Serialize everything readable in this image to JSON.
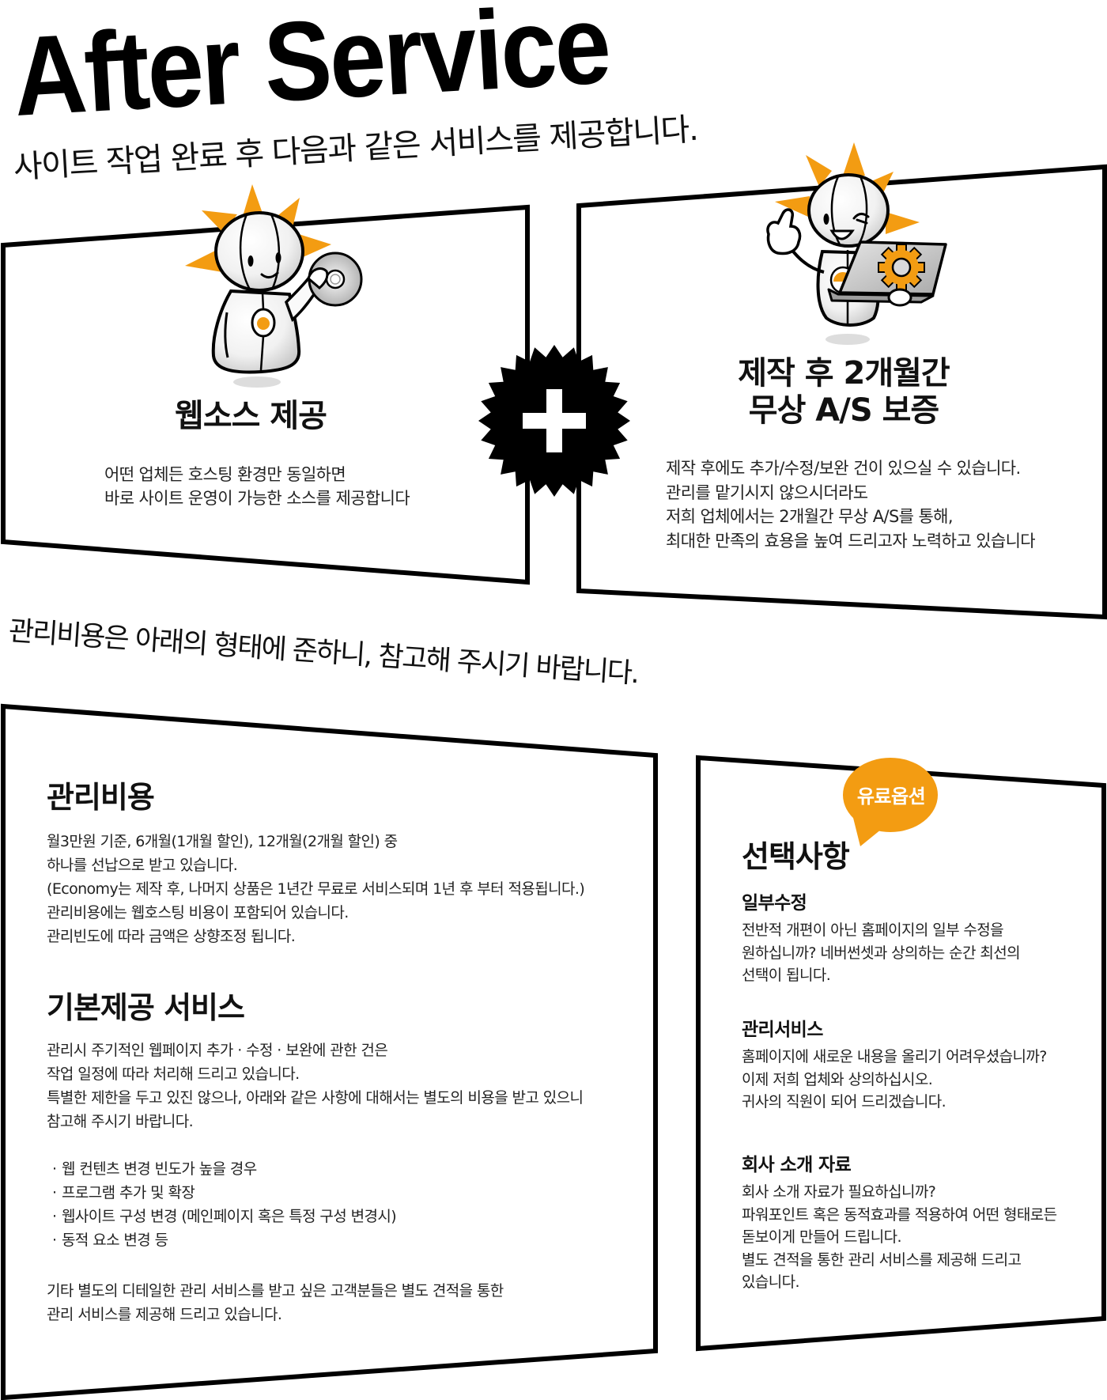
{
  "header": {
    "title": "After Service",
    "subtitle": "사이트 작업 완료 후 다음과 같은 서비스를 제공합니다."
  },
  "features": [
    {
      "title": "웹소스 제공",
      "illustration": "mascot-holding-cd",
      "lines": [
        "어떤 업체든 호스팅 환경만 동일하면",
        "바로 사이트 운영이 가능한 소스를 제공합니다"
      ]
    },
    {
      "title_lines": [
        "제작 후 2개월간",
        "무상 A/S 보증"
      ],
      "illustration": "mascot-laptop-gear",
      "lines": [
        "제작 후에도 추가/수정/보완 건이 있으실 수 있습니다.",
        "관리를 맡기시지 않으시더라도",
        "저희 업체에서는 2개월간 무상 A/S를 통해,",
        "최대한 만족의 효용을 높여 드리고자 노력하고 있습니다"
      ]
    }
  ],
  "combine_icon": "plus-starburst",
  "notice": "관리비용은 아래의 형태에 준하니, 참고해 주시기 바랍니다.",
  "pricing": {
    "fee": {
      "title": "관리비용",
      "lines": [
        "월3만원 기준, 6개월(1개월 할인), 12개월(2개월 할인) 중",
        "하나를 선납으로 받고 있습니다.",
        "(Economy는 제작 후, 나머지 상품은 1년간 무료로 서비스되며 1년 후 부터 적용됩니다.)",
        "관리비용에는 웹호스팅 비용이 포함되어 있습니다.",
        "관리빈도에 따라 금액은 상향조정 됩니다."
      ]
    },
    "basic": {
      "title": "기본제공 서비스",
      "intro_lines": [
        "관리시 주기적인 웹페이지 추가 · 수정 · 보완에 관한 건은",
        "작업 일정에 따라 처리해 드리고 있습니다.",
        "특별한 제한을 두고 있진 않으나, 아래와 같은 사항에 대해서는 별도의 비용을 받고 있으니",
        "참고해 주시기 바랍니다."
      ],
      "bullet_symbol": "·",
      "bullets": [
        "웹 컨텐츠 변경 빈도가 높을 경우",
        "프로그램 추가 및 확장",
        "웹사이트 구성 변경 (메인페이지 혹은 특정 구성 변경시)",
        "동적 요소 변경 등"
      ],
      "outro_lines": [
        "기타 별도의 디테일한 관리 서비스를 받고 싶은 고객분들은 별도 견적을 통한",
        "관리 서비스를 제공해 드리고 있습니다."
      ]
    }
  },
  "options": {
    "badge": "유료옵션",
    "title": "선택사항",
    "items": [
      {
        "title": "일부수정",
        "lines": [
          "전반적 개편이 아닌 홈페이지의 일부 수정을",
          "원하십니까? 네버썬셋과 상의하는 순간 최선의",
          "선택이 됩니다."
        ]
      },
      {
        "title": "관리서비스",
        "lines": [
          "홈페이지에 새로운 내용을 올리기 어려우셨습니까?",
          "이제 저희 업체와 상의하십시오.",
          "귀사의 직원이 되어 드리겠습니다."
        ]
      },
      {
        "title": "회사 소개 자료",
        "lines": [
          "회사 소개 자료가 필요하십니까?",
          "파워포인트 혹은 동적효과를 적용하여 어떤 형태로든",
          "돋보이게 만들어 드립니다.",
          "별도 견적을 통한 관리 서비스를 제공해 드리고",
          "있습니다."
        ]
      }
    ]
  },
  "colors": {
    "accent": "#F39C12",
    "border": "#000000",
    "text": "#1A1A1A",
    "shadow": "#DDDDDD"
  }
}
